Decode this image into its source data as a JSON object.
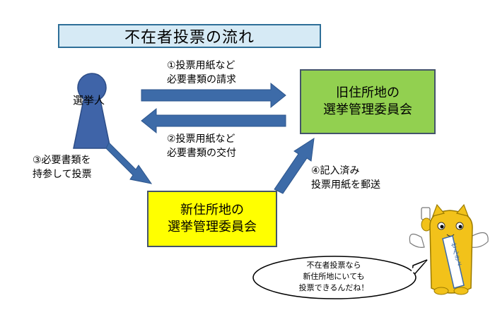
{
  "title": "不在者投票の流れ",
  "voter": {
    "label": "選挙人"
  },
  "nodes": {
    "old_committee": {
      "line1": "旧住所地の",
      "line2": "選挙管理委員会"
    },
    "new_committee": {
      "line1": "新住所地の",
      "line2": "選挙管理委員会"
    }
  },
  "steps": [
    {
      "line1": "①投票用紙など",
      "line2": "必要書類の請求"
    },
    {
      "line1": "②投票用紙など",
      "line2": "必要書類の交付"
    },
    {
      "line1": "③必要書類を",
      "line2": "持参して投票"
    },
    {
      "line1": "④記入済み",
      "line2": "投票用紙を郵送"
    }
  ],
  "mascot": {
    "sash_text": "せんきょ"
  },
  "speech_bubble": {
    "line1": "不在者投票なら",
    "line2": "新住所地にいても",
    "line3": "投票できるんだね！"
  },
  "colors": {
    "arrow": "#3d6ba8",
    "voter_figure": "#3f64a8",
    "old_committee_fill": "#92d050",
    "new_committee_fill": "#ffff00",
    "title_fill": "#d6eaf5",
    "mascot_body": "#f2c21a"
  }
}
